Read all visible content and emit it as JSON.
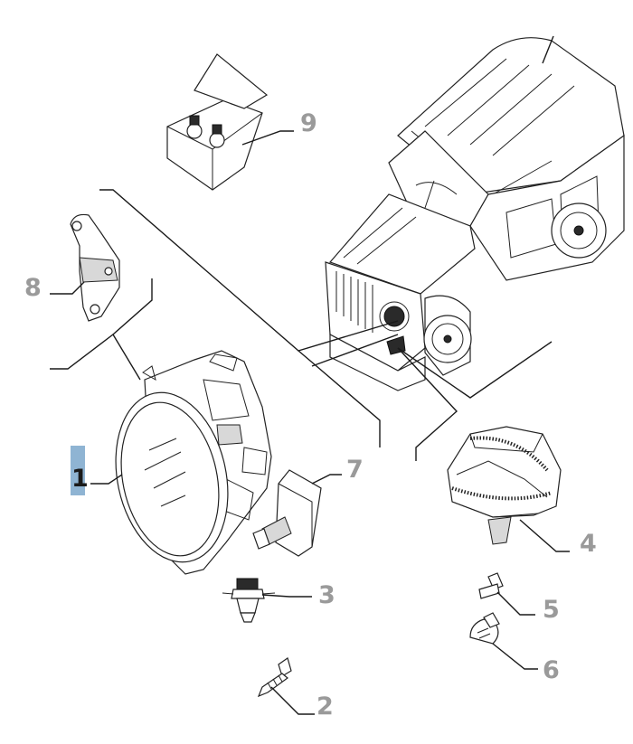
{
  "diagram": {
    "highlight_color": "#8fb4d3",
    "label_color": "#9a9a9a",
    "selected_part": "1",
    "parts": [
      {
        "num": "1",
        "name": "headlamp-assembly"
      },
      {
        "num": "2",
        "name": "screw"
      },
      {
        "num": "3",
        "name": "headlamp-bulb"
      },
      {
        "num": "4",
        "name": "fog-lamp"
      },
      {
        "num": "5",
        "name": "small-bulb"
      },
      {
        "num": "6",
        "name": "bulb"
      },
      {
        "num": "7",
        "name": "bulb-with-cover"
      },
      {
        "num": "8",
        "name": "bracket"
      },
      {
        "num": "9",
        "name": "bulb-kit"
      }
    ]
  }
}
